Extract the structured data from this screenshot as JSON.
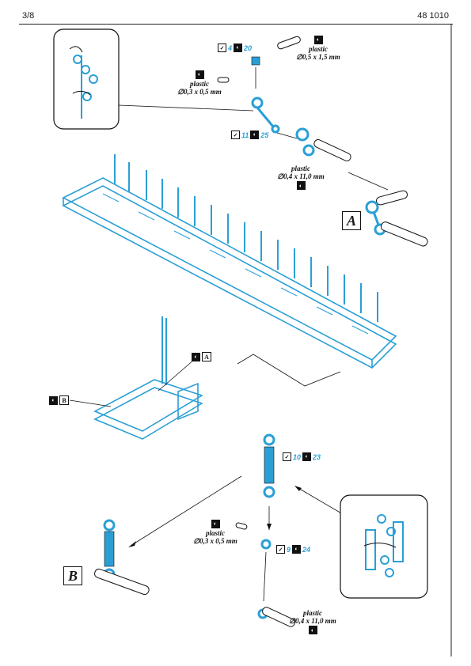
{
  "header": {
    "page": "3/8",
    "kit": "48 1010"
  },
  "labels": {
    "plastic_top": {
      "word": "plastic",
      "dim": "∅0,5 x 1,5 mm"
    },
    "plastic_left": {
      "word": "plastic",
      "dim": "∅0,3 x 0,5 mm"
    },
    "plastic_rod": {
      "word": "plastic",
      "dim": "∅0,4 x 11,0 mm"
    },
    "plastic_mid_b": {
      "word": "plastic",
      "dim": "∅0,3 x 0,5 mm"
    },
    "plastic_rod_b": {
      "word": "plastic",
      "dim": "∅0,4 x 11,0 mm"
    }
  },
  "tags": {
    "t1": {
      "a": "4",
      "b": "20"
    },
    "t2": {
      "a": "11",
      "b": "25"
    },
    "t3": {
      "a": "10",
      "b": "23"
    },
    "t4": {
      "a": "9",
      "b": "24"
    }
  },
  "callouts": {
    "A": "A",
    "B": "B"
  },
  "colors": {
    "part": "#2a9fd6",
    "ink": "#111111"
  }
}
